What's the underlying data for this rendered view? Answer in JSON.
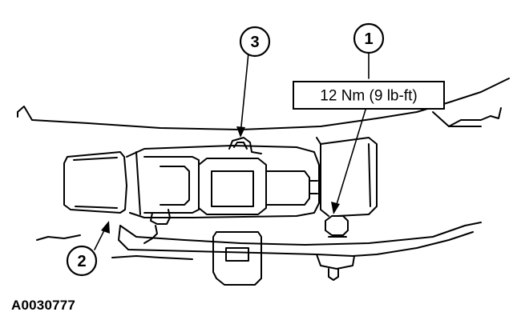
{
  "callouts": [
    {
      "number": "1"
    },
    {
      "number": "2"
    },
    {
      "number": "3"
    }
  ],
  "torque_spec": "12 Nm (9 lb-ft)",
  "figure_id": "A0030777"
}
